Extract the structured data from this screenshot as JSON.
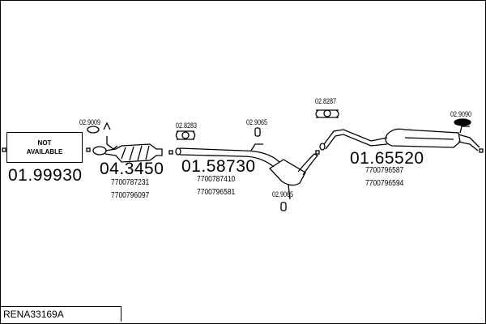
{
  "set_code": "RENA33169A",
  "parts": [
    {
      "number": "01.99930",
      "label": "NOT AVAILABLE",
      "refs": []
    },
    {
      "number": "04.3450",
      "refs": [
        "7700787231",
        "7700796097"
      ]
    },
    {
      "number": "01.58730",
      "refs": [
        "7700787410",
        "7700796581"
      ]
    },
    {
      "number": "01.65520",
      "refs": [
        "7700796587",
        "7700796594"
      ]
    }
  ],
  "accessories": [
    "02.9009",
    "02.8283",
    "02.9065",
    "02.9065",
    "02.8287",
    "02.9090"
  ]
}
